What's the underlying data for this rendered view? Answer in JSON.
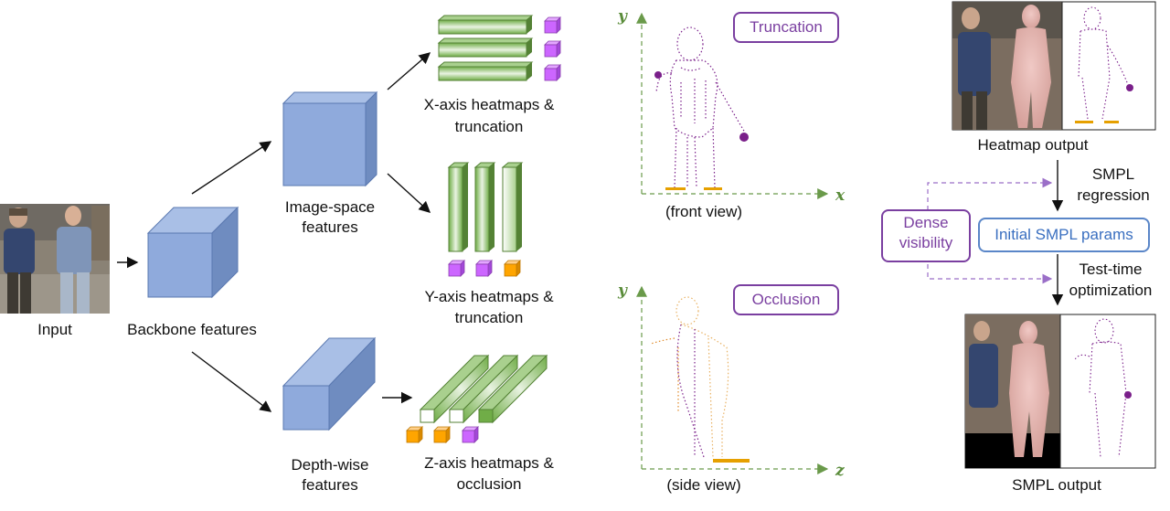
{
  "labels": {
    "input": "Input",
    "backbone": "Backbone features",
    "image_space_1": "Image-space",
    "image_space_2": "features",
    "depth_wise_1": "Depth-wise",
    "depth_wise_2": "features",
    "x_heat_1": "X-axis heatmaps &",
    "x_heat_2": "truncation",
    "y_heat_1": "Y-axis heatmaps &",
    "y_heat_2": "truncation",
    "z_heat_1": "Z-axis heatmaps &",
    "z_heat_2": "occlusion",
    "front_view": "(front view)",
    "side_view": "(side view)",
    "truncation_tag": "Truncation",
    "occlusion_tag": "Occlusion",
    "heatmap_output": "Heatmap output",
    "smpl_regression_1": "SMPL",
    "smpl_regression_2": "regression",
    "dense_vis_1": "Dense",
    "dense_vis_2": "visibility",
    "initial_smpl": "Initial SMPL params",
    "test_time_1": "Test-time",
    "test_time_2": "optimization",
    "smpl_output": "SMPL output"
  },
  "axes": {
    "front_x": "x",
    "front_y": "y",
    "side_z": "z",
    "side_y": "y"
  },
  "colors": {
    "cube_face": "#8faadc",
    "cube_top": "#a9bfe6",
    "cube_side": "#6f8cc0",
    "heatmap_green": "#70ad47",
    "truncation_purple": "#cc66ff",
    "occlusion_orange": "#ffa500",
    "tag_purple": "#7a3fa0",
    "smpl_blue": "#5a86c8",
    "axis_green": "#5a8c3a",
    "mesh_purple": "#7a1f8a"
  }
}
